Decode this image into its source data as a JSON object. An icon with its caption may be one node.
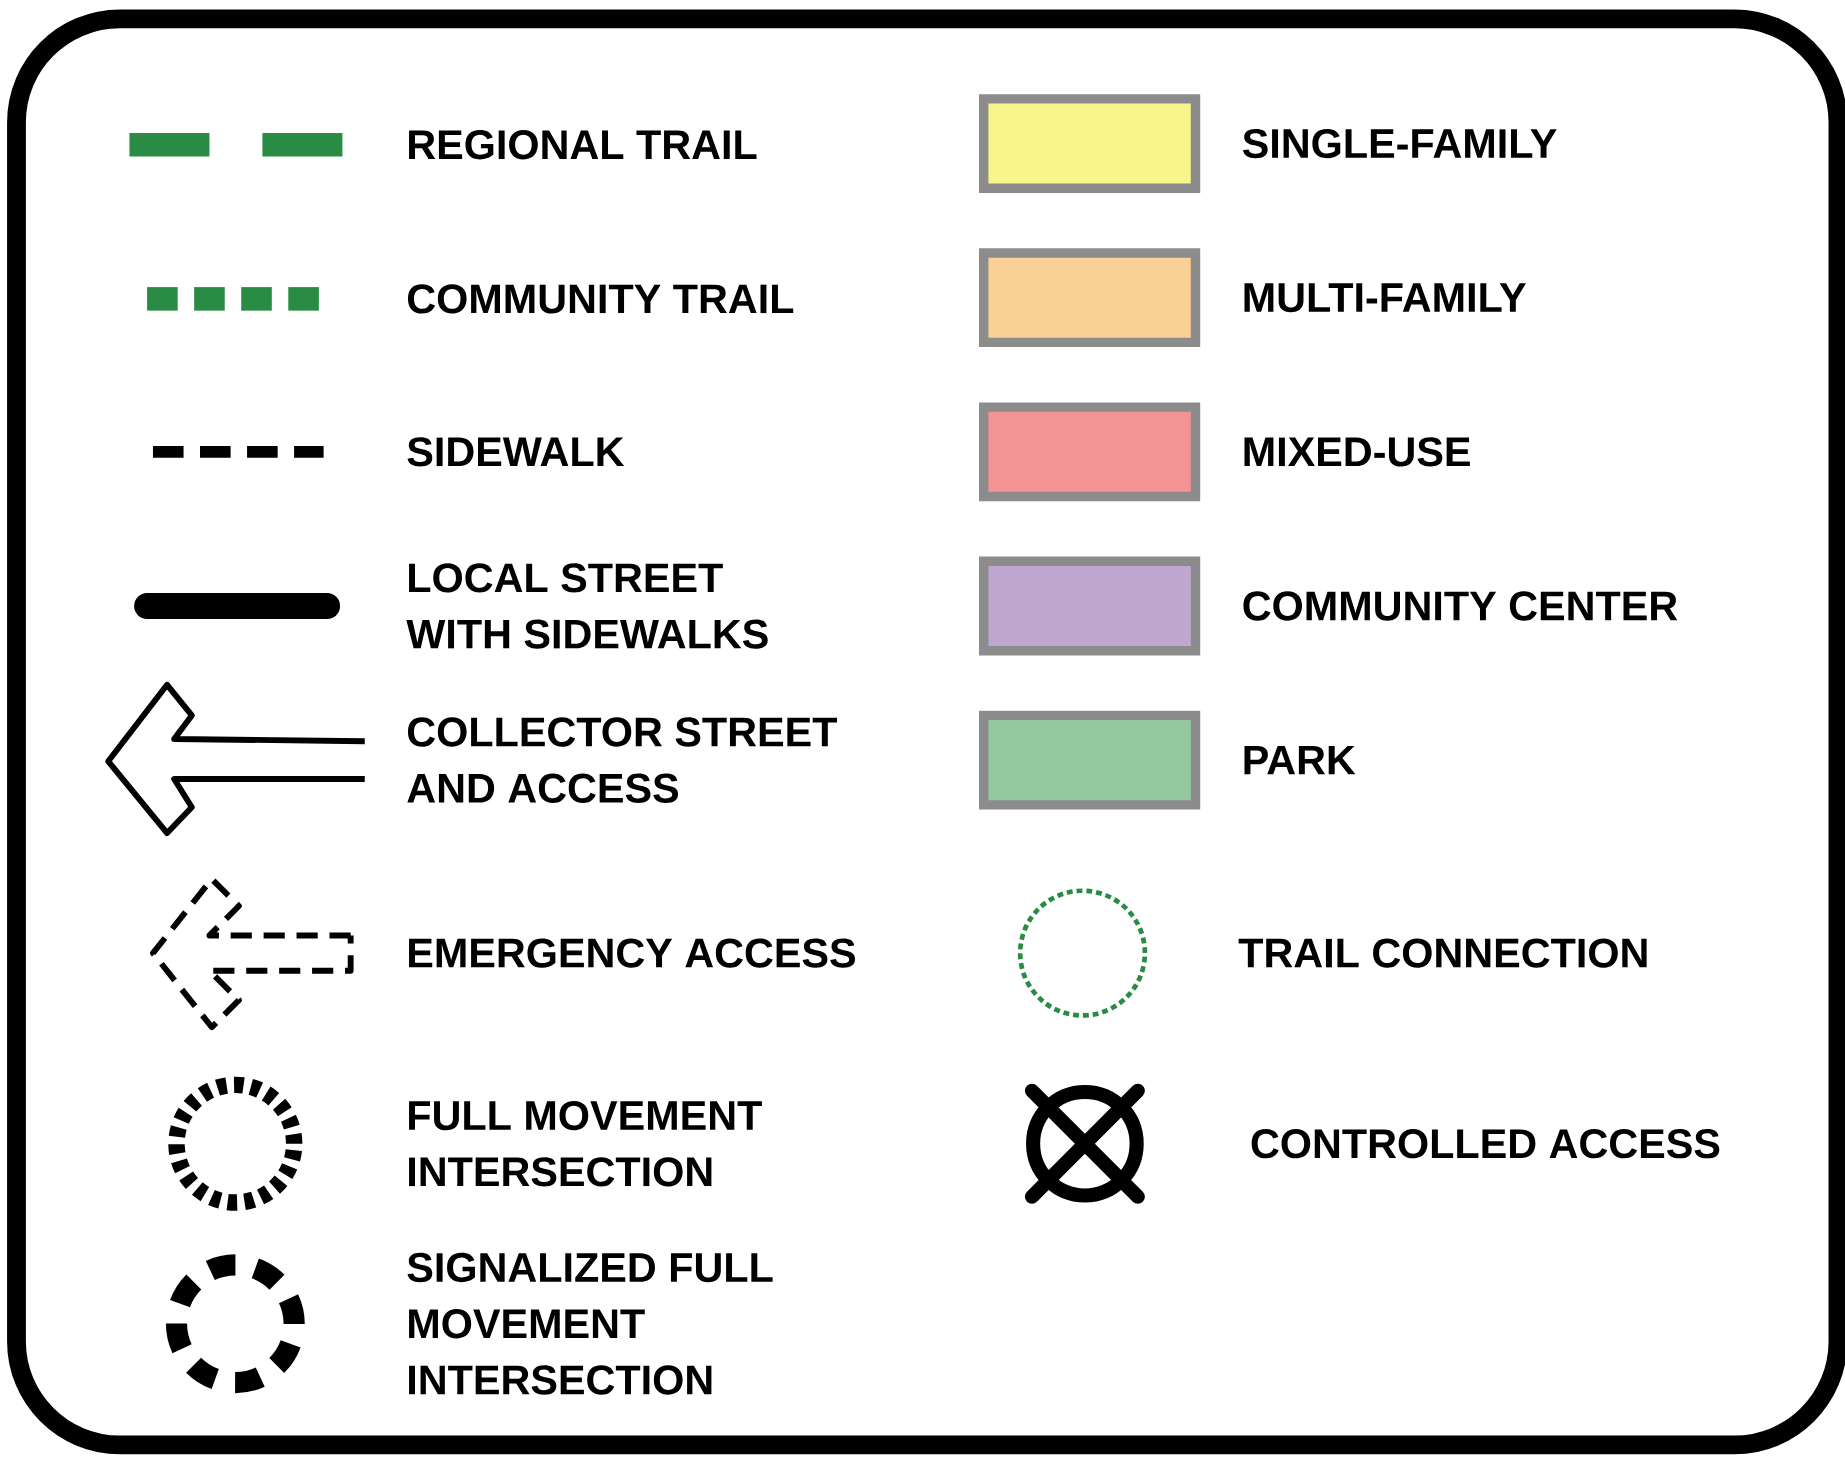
{
  "diagram": {
    "legend": [
      {
        "text": "REGIONAL TRAIL"
      },
      {
        "text": "COMMUNITY TRAIL"
      },
      {
        "text": "SIDEWALK"
      },
      {
        "text": "LOCAL STREET WITH SIDEWALKS"
      },
      {
        "text": "COLLECTOR STREET AND ACCESS"
      },
      {
        "text": "EMERGENCY ACCESS"
      },
      {
        "text": "FULL MOVEMENT INTERSECTION"
      },
      {
        "text": "SIGNALIZED FULL MOVEMENT INTERSECTION"
      },
      {
        "text": "SINGLE-FAMILY",
        "color": "#f8f58a"
      },
      {
        "text": "MULTI-FAMILY",
        "color": "#f9d096"
      },
      {
        "text": "MIXED-USE",
        "color": "#f49393"
      },
      {
        "text": "COMMUNITY CENTER",
        "color": "#c0a7d0"
      },
      {
        "text": "PARK",
        "color": "#96c8a0"
      },
      {
        "text": "TRAIL CONNECTION"
      },
      {
        "text": "CONTROLLED ACCESS"
      }
    ]
  }
}
